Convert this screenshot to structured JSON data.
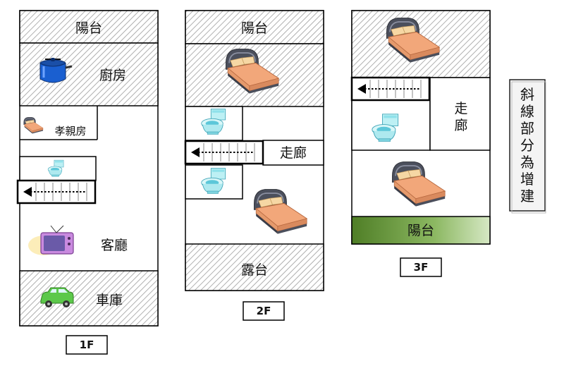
{
  "floors": {
    "f1": {
      "label": "1F",
      "balcony": "陽台",
      "kitchen": "廚房",
      "parents_room": "孝親房",
      "living_room": "客廳",
      "garage": "車庫"
    },
    "f2": {
      "label": "2F",
      "balcony": "陽台",
      "corridor": "走廊",
      "terrace": "露台"
    },
    "f3": {
      "label": "3F",
      "corridor_line1": "走",
      "corridor_line2": "廊",
      "balcony": "陽台"
    }
  },
  "legend": {
    "chars": [
      "斜",
      "線",
      "部",
      "分",
      "為",
      "增",
      "建"
    ]
  },
  "icons": [
    "pot-icon",
    "bed-icon",
    "toilet-icon",
    "tv-icon",
    "car-icon",
    "staircase-icon"
  ],
  "colors": {
    "hatch": "#999999",
    "balcony_green": "#6d9a3b",
    "bed_frame": "#555a68",
    "bed_sheet": "#f0a87a",
    "toilet": "#5cc7d9",
    "pot": "#1a5fd0",
    "car": "#5cc84a",
    "tv": "#c98adf"
  }
}
